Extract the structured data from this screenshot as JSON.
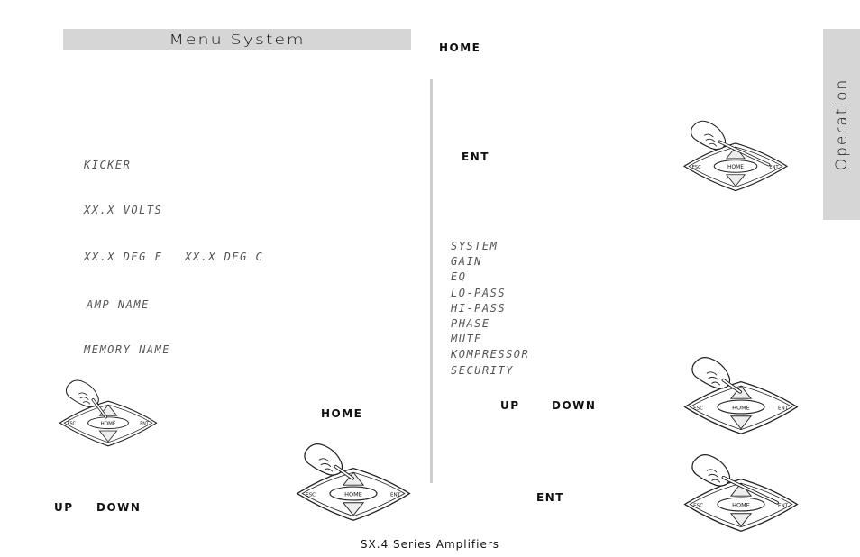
{
  "header": {
    "title": "Menu System"
  },
  "side_tab": {
    "label": "Operation"
  },
  "left_column": {
    "display_lines": [
      "KICKER",
      "XX.X VOLTS",
      "XX.X DEG F",
      "XX.X DEG C",
      "AMP NAME",
      "MEMORY NAME"
    ],
    "home_key": "HOME",
    "up_key": "UP",
    "down_key": "DOWN"
  },
  "right_column": {
    "home_key": "HOME",
    "ent_key": "ENT",
    "menu_items": [
      "SYSTEM",
      "GAIN",
      "EQ",
      "LO-PASS",
      "HI-PASS",
      "PHASE",
      "MUTE",
      "KOMPRESSOR",
      "SECURITY"
    ],
    "up_key": "UP",
    "down_key": "DOWN",
    "ent_key_bottom": "ENT"
  },
  "keypad": {
    "esc": "ESC",
    "home": "HOME",
    "ent": "ENT"
  },
  "footer": {
    "text": "SX.4 Series Amplifiers"
  }
}
